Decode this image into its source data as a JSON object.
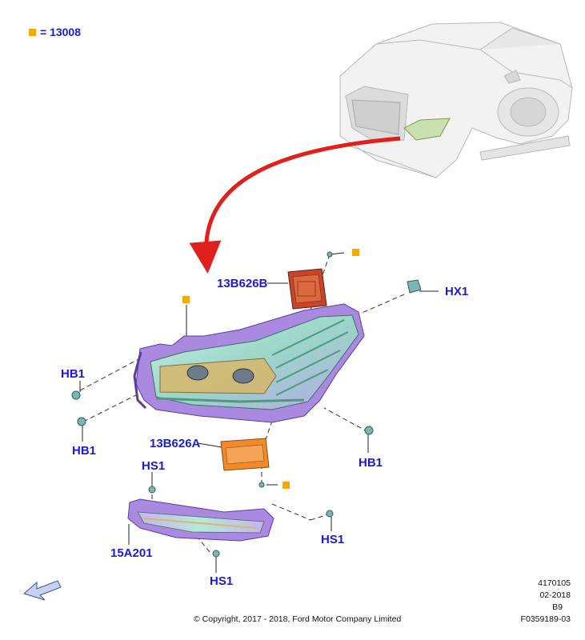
{
  "legend": {
    "marker_color": "#f5a800",
    "text": "= 13008"
  },
  "callouts": {
    "b_13B626B": "13B626B",
    "hx1": "HX1",
    "hb1_upper": "HB1",
    "hb1_lower": "HB1",
    "hb1_right": "HB1",
    "a_13B626A": "13B626A",
    "hs1_top": "HS1",
    "hs1_right": "HS1",
    "hs1_bottom": "HS1",
    "p_15A201": "15A201"
  },
  "meta": {
    "number": "4170105",
    "date": "02-2018",
    "code": "B9",
    "figure_id": "F0359189-03"
  },
  "copyright": "© Copyright, 2017 - 2018, Ford Motor Company Limited",
  "colors": {
    "callout_text": "#1a1adb",
    "arrow": "#e0201b",
    "marker": "#f5a800",
    "housing": "#9f7fd8",
    "lens": "#9ad6c8",
    "module": "#f08a2a",
    "module_dark": "#c8452a"
  }
}
